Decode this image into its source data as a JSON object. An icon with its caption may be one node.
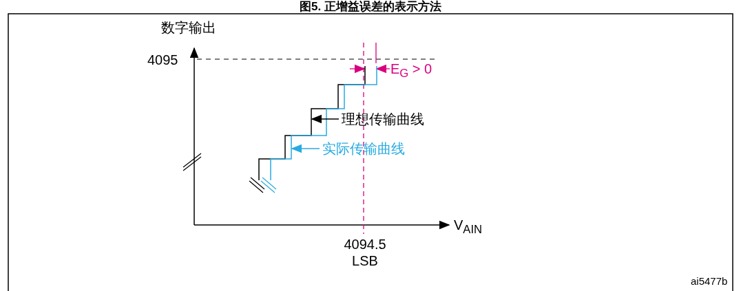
{
  "diagram": {
    "title": "图5. 正增益误差的表示方法",
    "nodes": [
      {
        "text": [
          "理想传输曲线"
        ]
      },
      {
        "text": [],
        "shape": "line"
      },
      {
        "text": [
          "实际传输曲线"
        ]
      },
      {
        "text": [],
        "shape": "line"
      }
    ],
    "edges": [
      {
        "from": 0,
        "to": 1,
        "arrow": "to",
        "color": "#000000"
      },
      {
        "from": 2,
        "to": 3,
        "arrow": "to",
        "color": "#29abe2"
      }
    ],
    "labels": [
      "数字输出",
      "4095",
      "E$_{G}$ > 0",
      "V$_{AIN}$",
      "4094.5 LSB",
      "ai5477b"
    ]
  }
}
